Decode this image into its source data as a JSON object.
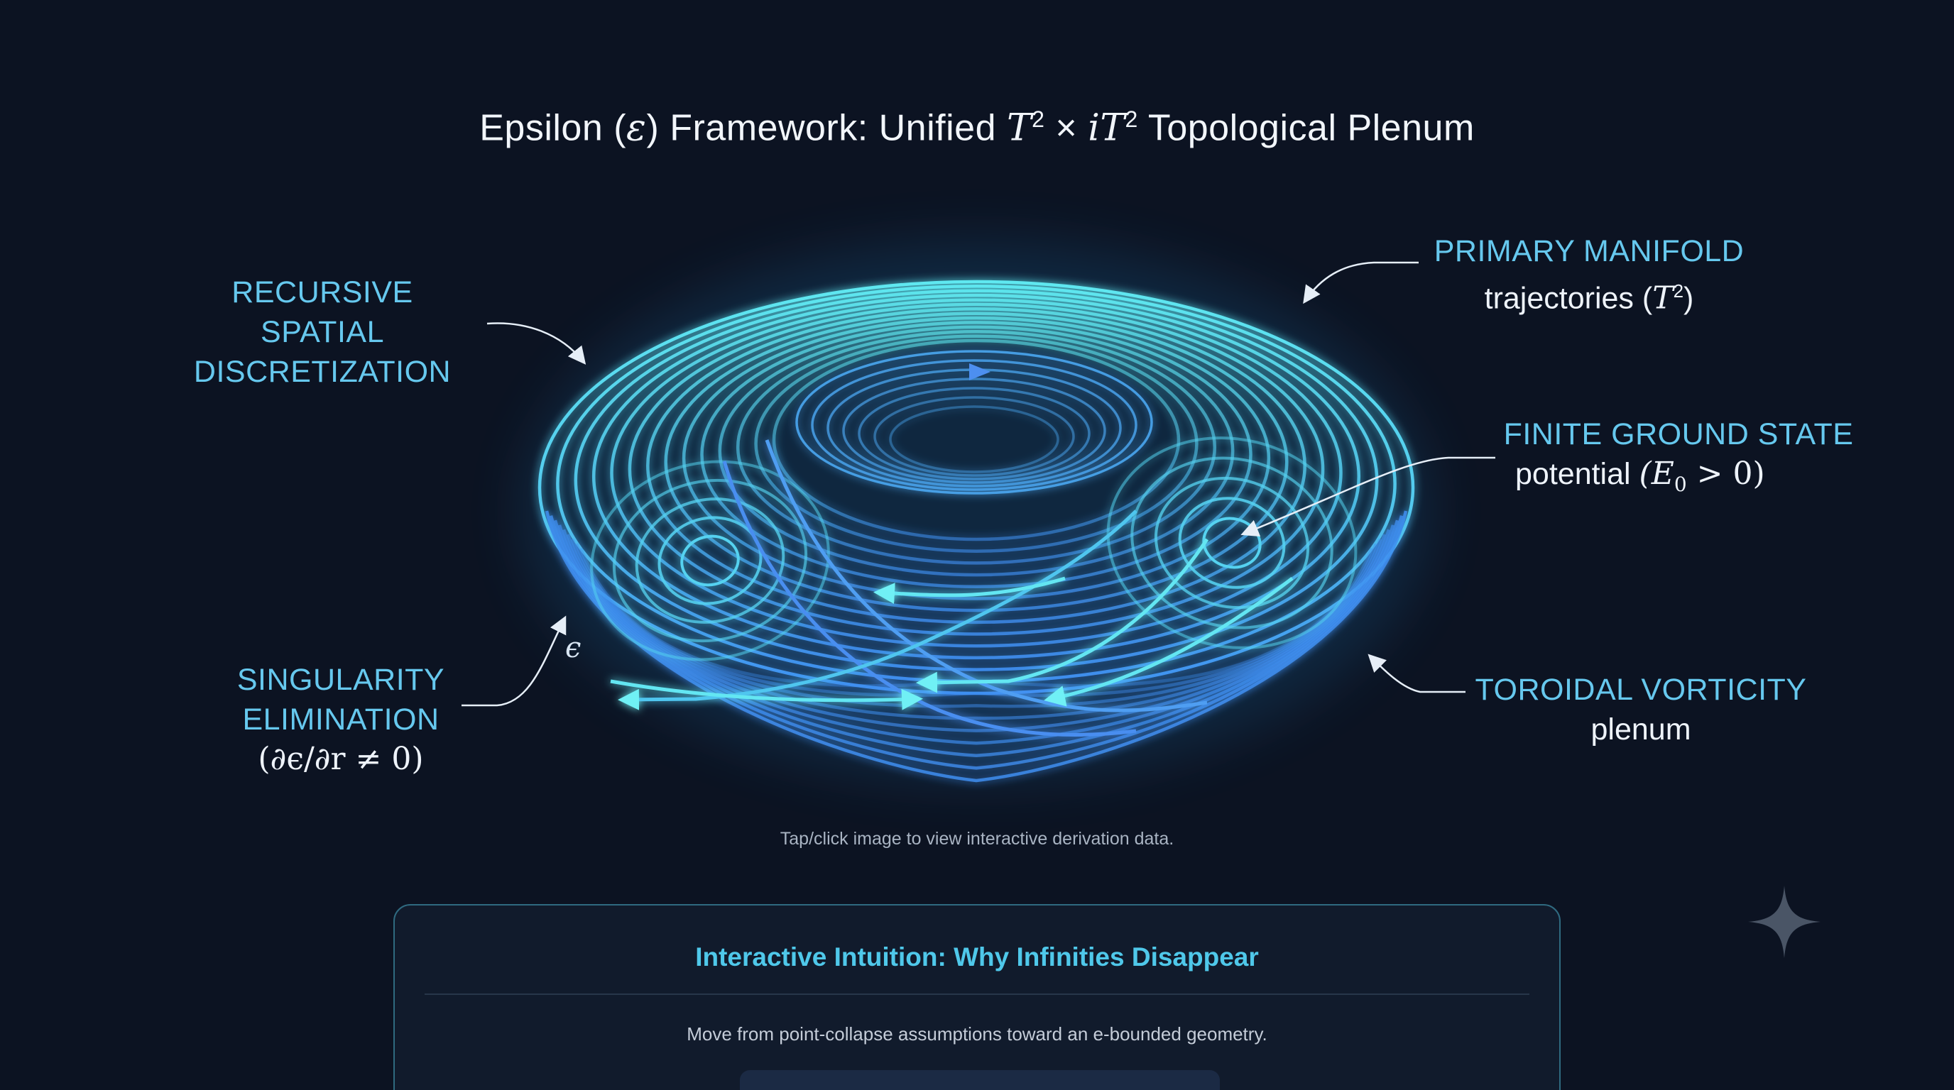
{
  "title": {
    "prefix": "Epsilon (",
    "epsilon": "ε",
    "middle": ") Framework: Unified ",
    "manifold_a": "T",
    "manifold_a_exp": "2",
    "times": " × ",
    "manifold_b": "iT",
    "manifold_b_exp": "2",
    "suffix": " Topological Plenum"
  },
  "labels": {
    "recursive": {
      "line1": "RECURSIVE SPATIAL",
      "line2": "DISCRETIZATION"
    },
    "primary": {
      "head": "PRIMARY MANIFOLD",
      "sub": "trajectories (",
      "sub_math": "T",
      "sub_exp": "2",
      "sub_close": ")"
    },
    "ground": {
      "head": "FINITE GROUND STATE",
      "sub": "potential ",
      "sub_math": "(E",
      "sub_index": "0",
      "sub_rest": " > 0)"
    },
    "singularity": {
      "line1": "SINGULARITY",
      "line2": "ELIMINATION",
      "math": "(∂ϵ/∂r ≠ 0)"
    },
    "vorticity": {
      "head": "TOROIDAL VORTICITY",
      "sub": "plenum"
    },
    "epsilon_mark": "ϵ"
  },
  "hint": "Tap/click image to view interactive derivation data.",
  "panel": {
    "title": "Interactive Intuition: Why Infinities Disappear",
    "description": "Move from point-collapse assumptions toward an e-bounded geometry."
  },
  "colors": {
    "background": "#0c1322",
    "accent_cyan": "#66c8ee",
    "torus_cyan": "#5fe8f0",
    "torus_blue": "#3f8ef0",
    "panel_border": "#2f6a80"
  },
  "icons": {
    "sparkle": "sparkle-icon"
  }
}
